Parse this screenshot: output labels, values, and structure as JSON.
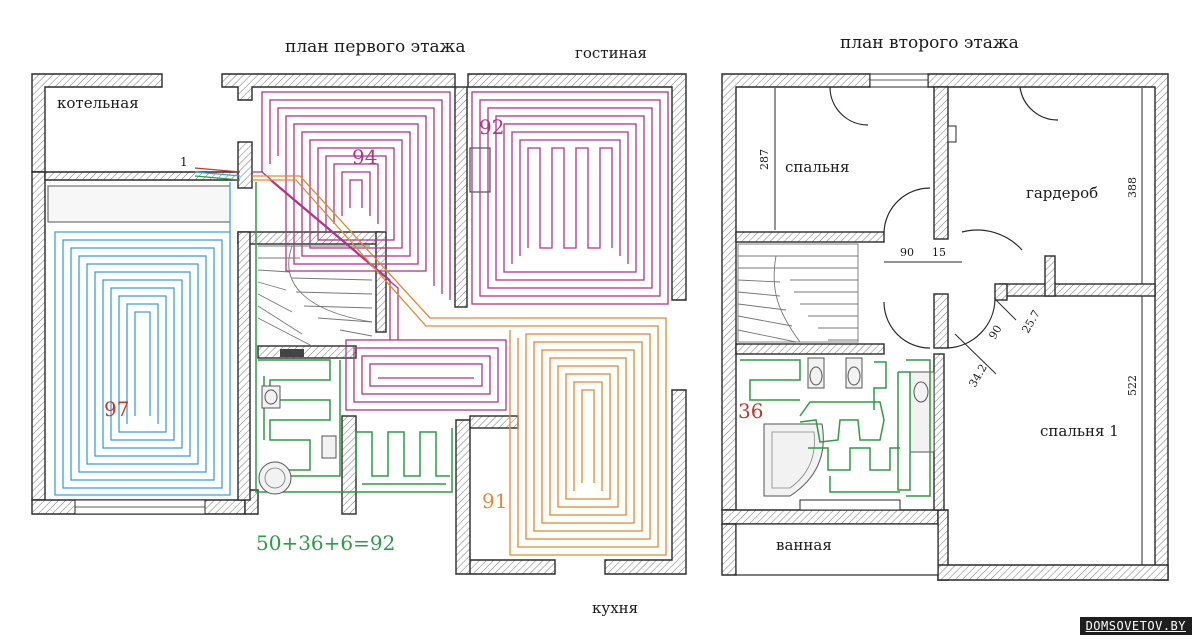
{
  "first_floor": {
    "title": "план первого этажа",
    "rooms": {
      "boiler": "котельная",
      "living": "гостиная",
      "kitchen": "кухня"
    },
    "loops": {
      "blue": "97",
      "pink": "94",
      "pink2": "92",
      "orange": "91"
    },
    "pipe_marker": "1",
    "bath_formula": "50+36+6=92"
  },
  "second_floor": {
    "title": "план второго этажа",
    "rooms": {
      "bedroom": "спальня",
      "wardrobe": "гардероб",
      "bathroom": "ванная",
      "bedroom1": "спальня 1"
    },
    "loop_green": "36",
    "dimensions": {
      "bedroom_height": "287",
      "wardrobe_height": "388",
      "bedroom1_height": "522",
      "d90a": "90",
      "d15": "15",
      "d90b": "90",
      "d257": "25.7",
      "d342": "34.2"
    }
  },
  "watermark": "DOMSOVETOV.BY",
  "colors": {
    "blue_loop": "#3fa2d6",
    "pink_loop": "#b0348a",
    "orange_loop": "#e38a2c",
    "green_loop": "#2e9b46",
    "red_number": "#c0392b"
  }
}
